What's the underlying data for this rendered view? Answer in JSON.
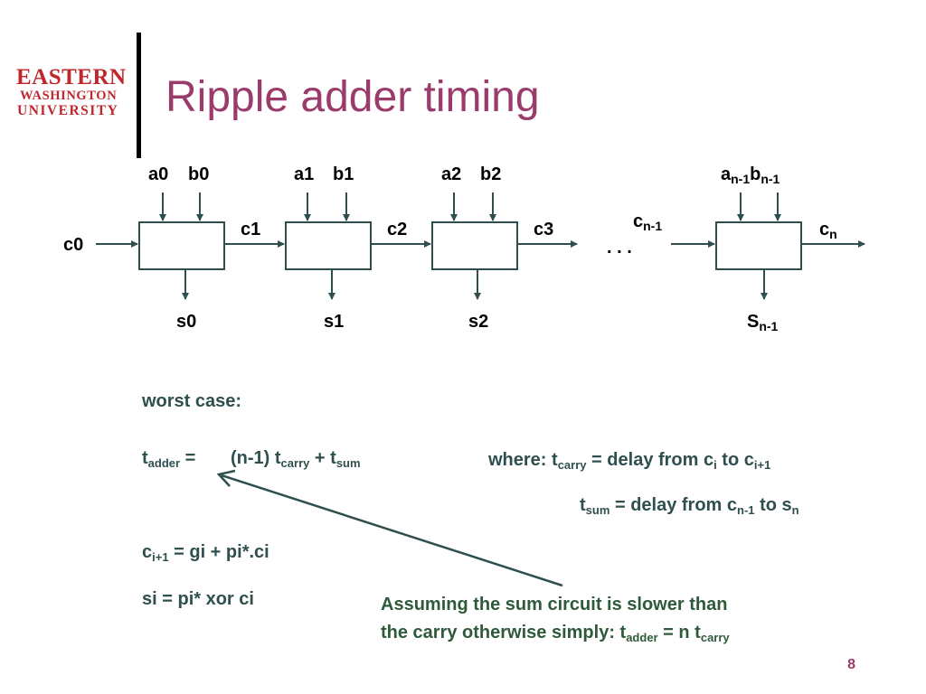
{
  "logo": {
    "line1": "EASTERN",
    "line2": "WASHINGTON",
    "line3": "UNIVERSITY"
  },
  "slide": {
    "title": "Ripple adder timing",
    "number": "8"
  },
  "diagram": {
    "carry_in": "c0",
    "stages": [
      {
        "a": "a0",
        "b": "b0",
        "s": "s0",
        "cout": "c1"
      },
      {
        "a": "a1",
        "b": "b1",
        "s": "s1",
        "cout": "c2"
      },
      {
        "a": "a2",
        "b": "b2",
        "s": "s2",
        "cout": "c3"
      }
    ],
    "ellipsis": ". . .",
    "last": {
      "a_base": "a",
      "a_sub": "n-1",
      "b_base": "b",
      "b_sub": "n-1",
      "cin_base": "c",
      "cin_sub": "n-1",
      "cout_base": "c",
      "cout_sub": "n",
      "s_base": "S",
      "s_sub": "n-1"
    }
  },
  "text": {
    "worst_case": "worst case:",
    "tadder_base": "t",
    "tadder_sub": "adder",
    "tadder_eq": " =",
    "formula_part1": "(n-1) t",
    "formula_carry_sub": "carry",
    "formula_plus": " +  t",
    "formula_sum_sub": "sum",
    "where_prefix": "where:  t",
    "where_carry_sub": "carry",
    "where_mid": " = delay from c",
    "where_i_sub": "i",
    "where_to": " to c",
    "where_i1_sub": "i+1",
    "tsum_base": "t",
    "tsum_sub": "sum",
    "tsum_mid": " = delay from c",
    "tsum_n1_sub": "n-1",
    "tsum_to": " to s",
    "tsum_n_sub": "n",
    "carry_eq_base": "c",
    "carry_eq_sub": "i+1",
    "carry_eq_rest": " = gi + pi*.ci",
    "sum_eq": "si = pi* xor ci",
    "note_line1": "Assuming the sum circuit is slower than",
    "note_line2_prefix": "the carry otherwise simply: t",
    "note_adder_sub": "adder",
    "note_eq": " =   n t",
    "note_carry_sub": "carry"
  },
  "colors": {
    "title": "#9b3b6b",
    "logo": "#c0272d",
    "text": "#2f4f4f",
    "note": "#2e5a3a"
  }
}
